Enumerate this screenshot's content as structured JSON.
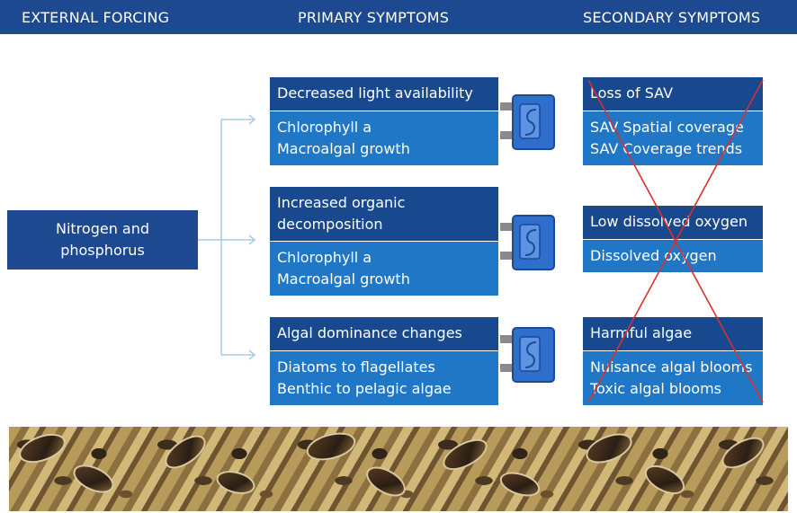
{
  "headers": {
    "external_forcing": "EXTERNAL FORCING",
    "primary_symptoms": "PRIMARY SYMPTOMS",
    "secondary_symptoms": "SECONDARY SYMPTOMS"
  },
  "source": {
    "line1": "Nitrogen and",
    "line2": "phosphorus"
  },
  "primary": [
    {
      "title_lines": [
        "Decreased light availability"
      ],
      "items": [
        "Chlorophyll a",
        "Macroalgal growth"
      ]
    },
    {
      "title_lines": [
        "Increased organic",
        "decomposition"
      ],
      "items": [
        "Chlorophyll a",
        "Macroalgal growth"
      ]
    },
    {
      "title_lines": [
        "Algal dominance changes"
      ],
      "items": [
        "Diatoms to flagellates",
        "Benthic to pelagic algae"
      ]
    }
  ],
  "secondary": [
    {
      "title": "Loss of SAV",
      "items": [
        "SAV Spatial coverage",
        "SAV Coverage trends"
      ]
    },
    {
      "title": "Low dissolved oxygen",
      "items": [
        "Dissolved oxygen"
      ]
    },
    {
      "title": "Harmful algae",
      "items": [
        "Nuisance algal blooms",
        "Toxic algal blooms"
      ]
    }
  ],
  "colors": {
    "header": "#1c4990",
    "dark_box": "#18498f",
    "light_box": "#1f77c5",
    "connector": "#a9cbe0",
    "cross": "#d9302c"
  }
}
